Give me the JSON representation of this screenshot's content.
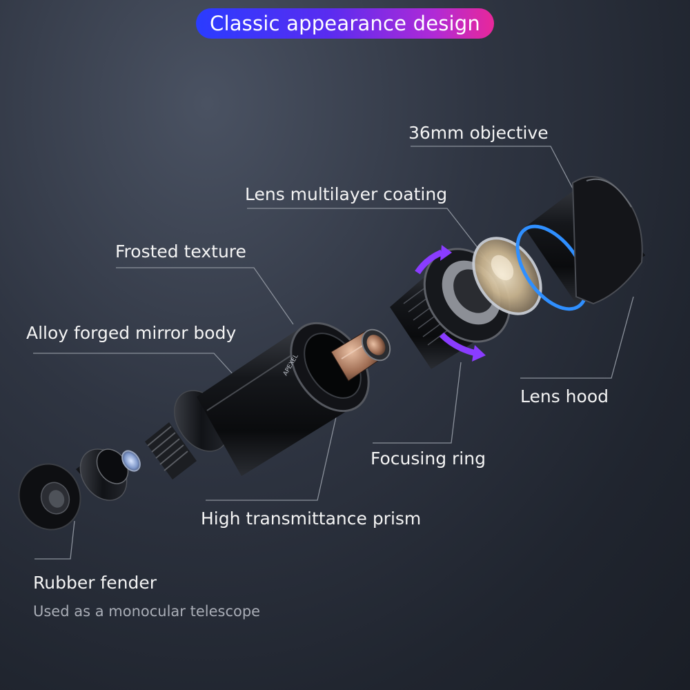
{
  "header": {
    "title": "Classic appearance design"
  },
  "callouts": {
    "objective": "36mm objective",
    "coating": "Lens multilayer coating",
    "frosted": "Frosted texture",
    "body": "Alloy forged mirror body",
    "hood": "Lens hood",
    "focusing": "Focusing ring",
    "prism": "High transmittance prism",
    "fender": "Rubber fender"
  },
  "footer": {
    "note": "Used as a monocular telescope"
  },
  "colors": {
    "accent_blue": "#2f8fff",
    "accent_purple": "#8a3cff",
    "leader_line": "#8c929c"
  }
}
